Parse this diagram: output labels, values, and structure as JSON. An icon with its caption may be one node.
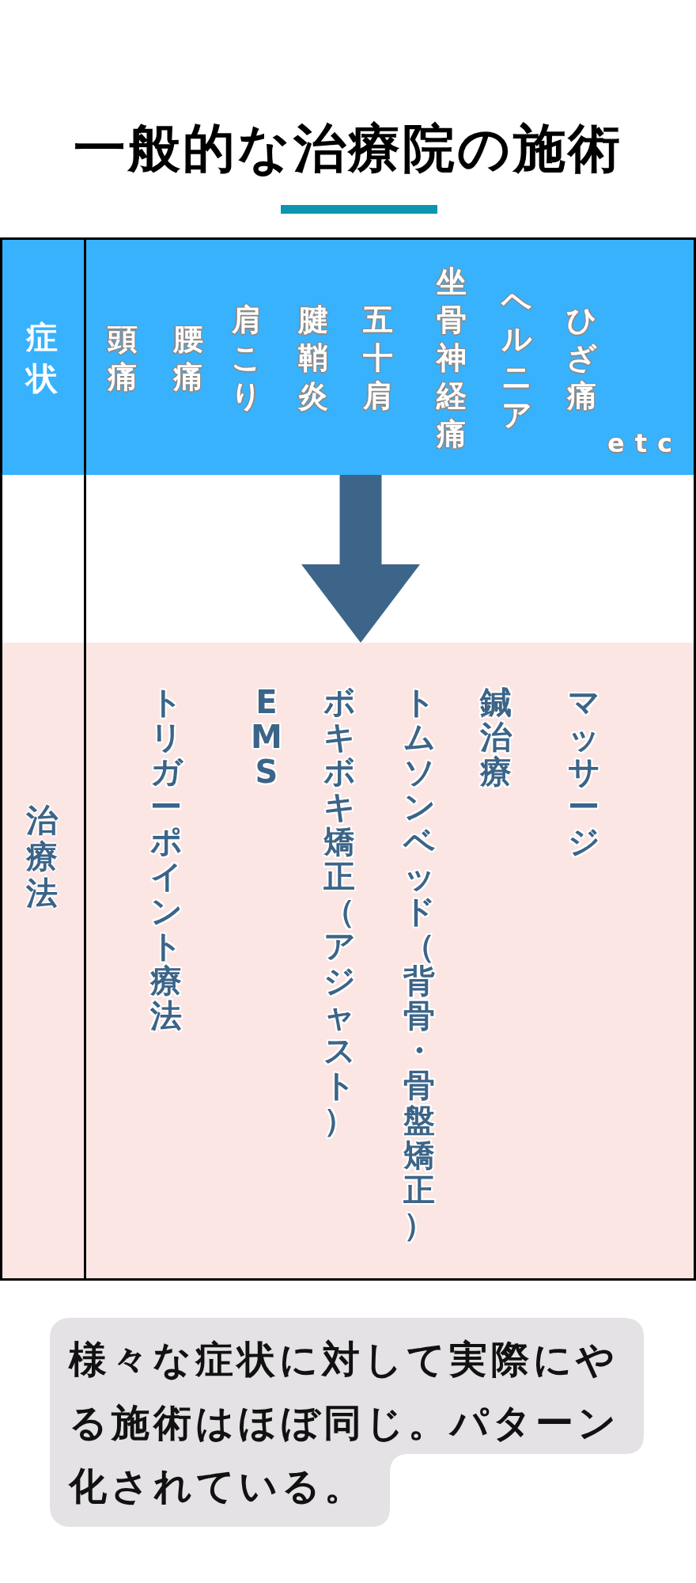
{
  "diagram": {
    "title": "一般的な治療院の施術",
    "nodes": [
      {
        "text": [
          "症状"
        ]
      },
      {
        "text": [
          "頭痛",
          "腰痛",
          "肩こり",
          "腱鞘炎",
          "五十肩",
          "坐骨神経痛",
          "ヘルニア",
          "ひざ痛",
          "etc"
        ]
      },
      {
        "text": [
          "治療法"
        ]
      },
      {
        "text": [
          "トリガーポイント療法",
          "EMS",
          "ボキボキ矯正（アジャスト）",
          "トムソンベッド（背骨・骨盤矯正）",
          "鍼治療",
          "マッサージ"
        ]
      },
      {
        "text": [
          "様々な症状に対して実際にやる施術はほぼ同じ。パターン化されている。"
        ]
      }
    ],
    "edges": [
      {
        "from": 1,
        "to": 3,
        "arrow": "to"
      }
    ]
  }
}
